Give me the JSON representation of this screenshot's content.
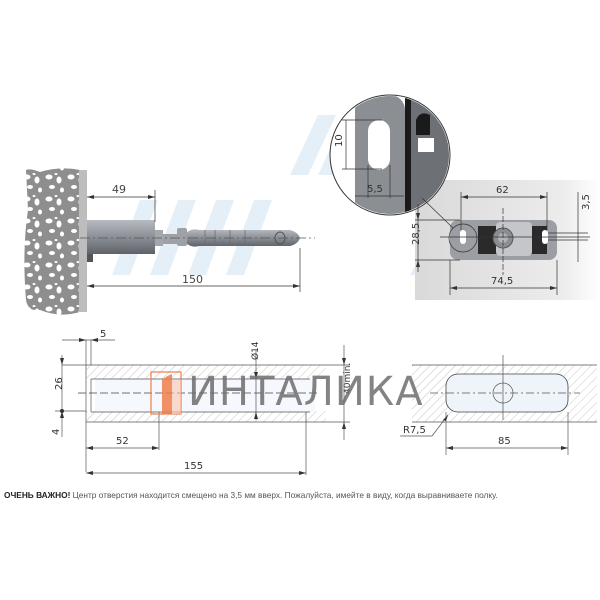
{
  "drawing": {
    "top_left_view": {
      "dims": {
        "insert_depth": "49",
        "total_length": "150"
      }
    },
    "magnified_detail": {
      "dims": {
        "slot_height": "10",
        "slot_width": "5,5"
      }
    },
    "top_right_view": {
      "dims": {
        "hole_spacing": "62",
        "offset": "3,5",
        "height": "28,5",
        "width": "74,5"
      }
    },
    "section_view": {
      "dims": {
        "front_gap": "5",
        "bore_to_edge": "26",
        "bottom_edge": "4",
        "bore_depth": "52",
        "total_length": "155",
        "diameter": "Ø14",
        "shelf_thickness": "40min."
      }
    },
    "slot_view": {
      "dims": {
        "radius": "R7,5",
        "slot_length": "85"
      }
    },
    "watermark": {
      "brand_text": "ИНТАЛИКА",
      "accent_color": "#f07d4a",
      "text_color": "#6e6e6e"
    }
  },
  "note": {
    "emphasis": "ОЧЕНЬ ВАЖНО!",
    "text": " Центр отверстия находится смещено на 3,5 мм вверх. Пожалуйста, имейте в виду, когда выравниваете полку."
  },
  "colors": {
    "line": "#333333",
    "metal": "#8a8d92",
    "hatch": "#bfbfbf",
    "watermark_blue": "#dbe9f5"
  }
}
